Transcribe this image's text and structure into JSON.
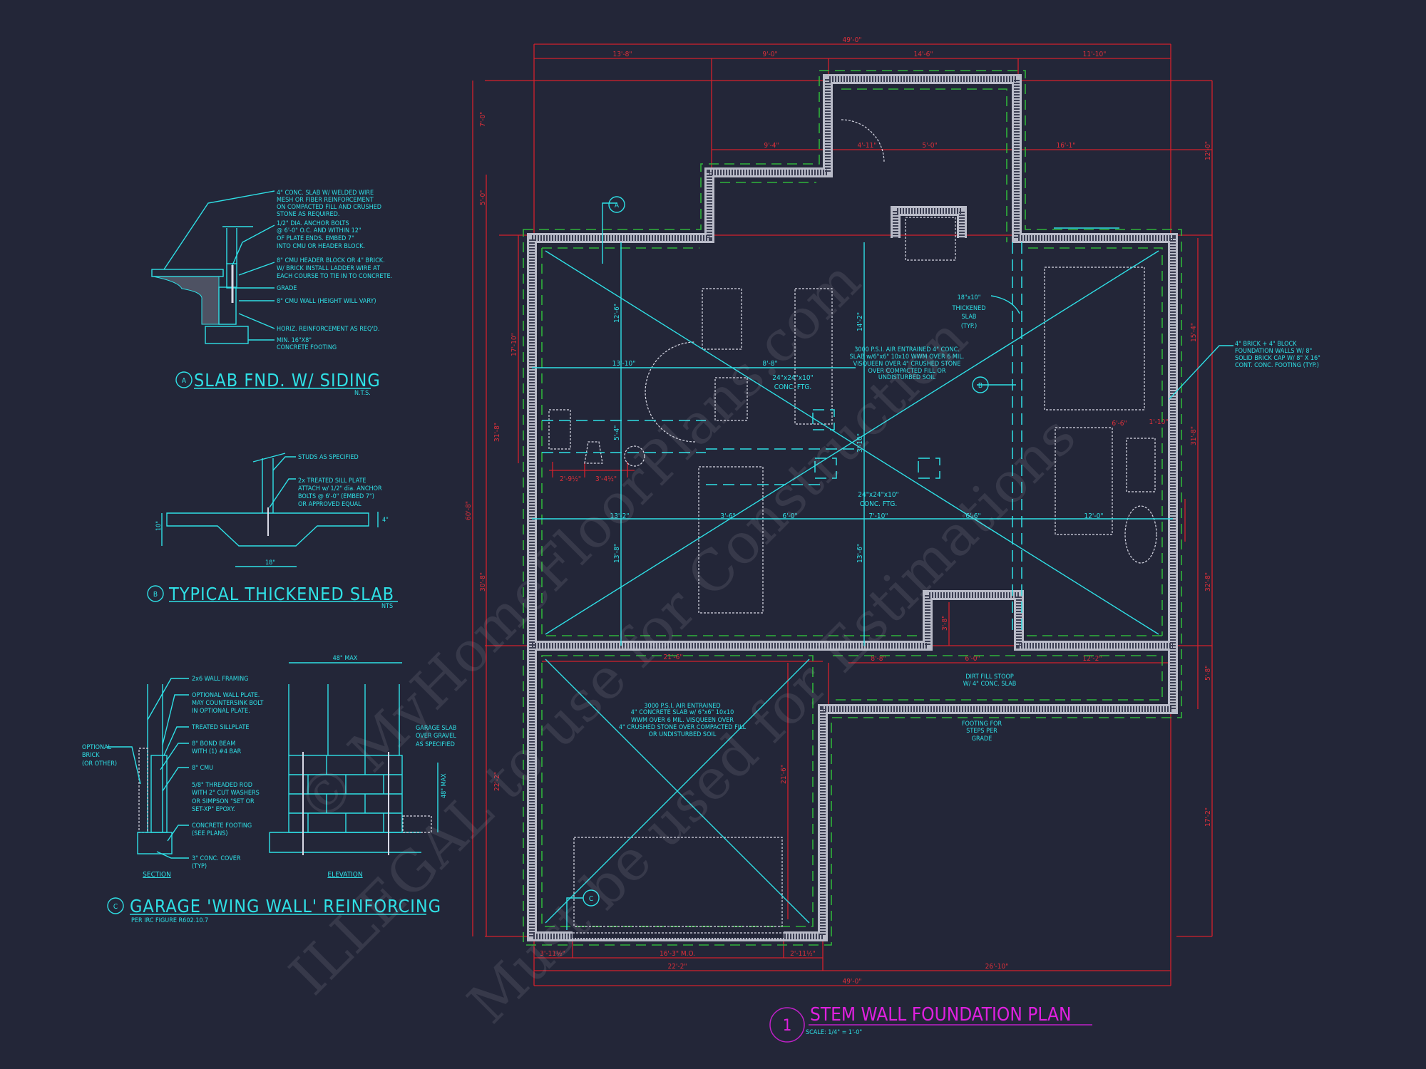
{
  "colors": {
    "background": "#232638",
    "detail_cyan": "#2fe0e6",
    "dimension_red": "#d3202c",
    "footing_green": "#2fb33a",
    "wall_gray": "#b9bbc8",
    "title_magenta": "#e020e0"
  },
  "watermark": {
    "line1": "© MyHomeFloorPlans.com",
    "line2": "ILLEGAL to use for Construction",
    "line3": "Must be used for Estimations"
  },
  "detail_a": {
    "tag": "A",
    "title": "SLAB FND. W/ SIDING",
    "scale": "N.T.S.",
    "notes": [
      "4\" CONC. SLAB W/ WELDED WIRE",
      "MESH OR FIBER REINFORCEMENT",
      "ON COMPACTED FILL AND CRUSHED",
      "STONE AS REQUIRED.",
      "1/2\" DIA. ANCHOR BOLTS",
      "@ 6'-0\" O.C. AND WITHIN 12\"",
      "OF PLATE ENDS. EMBED 7\"",
      "INTO CMU OR HEADER BLOCK.",
      "8\" CMU HEADER BLOCK OR 4\" BRICK.",
      "W/ BRICK INSTALL LADDER WIRE AT",
      "EACH COURSE TO TIE IN TO CONCRETE.",
      "GRADE",
      "8\" CMU WALL (HEIGHT WILL VARY)",
      "HORIZ. REINFORCEMENT AS REQ'D.",
      "MIN. 16\"X8\"",
      "CONCRETE FOOTING"
    ]
  },
  "detail_b": {
    "tag": "B",
    "title": "TYPICAL THICKENED SLAB",
    "scale": "NTS",
    "notes": [
      "STUDS AS SPECIFIED",
      "2x  TREATED SILL PLATE",
      "ATTACH w/ 1/2\" dia. ANCHOR",
      "BOLTS @ 6'-0\" (EMBED 7\")",
      "OR APPROVED EQUAL"
    ],
    "dims": {
      "width": "18\"",
      "depth": "10\"",
      "slab": "4\""
    }
  },
  "detail_c": {
    "tag": "C",
    "title": "GARAGE 'WING WALL' REINFORCING",
    "subtitle": "PER IRC FIGURE R602.10.7",
    "section_label": "SECTION",
    "elevation_label": "ELEVATION",
    "notes": [
      "2x6 WALL FRAMING",
      "OPTIONAL WALL PLATE.",
      "MAY COUNTERSINK BOLT",
      "IN OPTIONAL PLATE.",
      "TREATED SILLPLATE",
      "8\" BOND BEAM",
      "WITH (1) #4 BAR",
      "8\" CMU",
      "5/8\" THREADED ROD",
      "WITH 2\" CUT WASHERS",
      "OR SIMPSON \"SET OR",
      "SET-XP\" EPOXY.",
      "CONCRETE FOOTING",
      "(SEE PLANS)",
      "3\" CONC. COVER",
      "(TYP)"
    ],
    "brick_note": [
      "OPTIONAL",
      "BRICK",
      "(OR OTHER)"
    ],
    "garage_note": [
      "GARAGE SLAB",
      "OVER GRAVEL",
      "AS SPECIFIED"
    ],
    "dims": {
      "width": "48\" MAX",
      "height": "48\" MAX"
    }
  },
  "plan": {
    "title": "STEM WALL FOUNDATION PLAN",
    "number": "1",
    "scale": "SCALE: 1/4\" = 1'-0\"",
    "section_tags": [
      "A",
      "B",
      "C"
    ],
    "notes": {
      "thickened": [
        "18\"x10\"",
        "THICKENED",
        "SLAB",
        "(TYP.)"
      ],
      "slab": [
        "3000 P.S.I. AIR ENTRAINED 4\" CONC.",
        "SLAB w/6\"x6\" 10x10 WWM OVER 6 MIL.",
        "VISQUEEN OVER 4\" CRUSHED STONE",
        "OVER COMPACTED FILL OR",
        "UNDISTURBED SOIL"
      ],
      "wall": [
        "4\" BRICK + 4\" BLOCK",
        "FOUNDATION WALLS W/ 8\"",
        "SOLID BRICK CAP W/ 8\" X 16\"",
        "CONT. CONC. FOOTING (TYP.)"
      ],
      "garage": [
        "3000 P.S.I. AIR ENTRAINED",
        "4\" CONCRETE SLAB w/ 6\"x6\" 10x10",
        "WWM OVER 6 MIL. VISQUEEN OVER",
        "4\" CRUSHED STONE OVER COMPACTED FILL",
        "OR UNDISTURBED SOIL"
      ],
      "stoop": [
        "DIRT FILL STOOP",
        "W/ 4\" CONC. SLAB"
      ],
      "steps": [
        "FOOTING FOR",
        "STEPS PER",
        "GRADE"
      ],
      "ftg1": [
        "24\"x24\"x10\"",
        "CONC. FTG."
      ],
      "ftg2": [
        "24\"x24\"x10\"",
        "CONC. FTG."
      ]
    },
    "dims_top": {
      "overall": "49'-0\"",
      "segments": [
        "13'-8\"",
        "9'-0\"",
        "14'-6\"",
        "11'-10\""
      ],
      "inner": [
        "9'-4\"",
        "4'-11\"",
        "5'-0\"",
        "16'-1\""
      ]
    },
    "dims_bottom": {
      "overall": "49'-0\"",
      "row2": [
        "22'-2\"",
        "26'-10\""
      ],
      "row1": [
        "3'-11½\"",
        "16'-3\" M.O.",
        "2'-11½\""
      ]
    },
    "dims_left": [
      "7'-0\"",
      "5'-0\"",
      "60'-8\"",
      "17'-10\"",
      "31'-8\"",
      "30'-8\"",
      "22'-2\""
    ],
    "dims_right": [
      "12'-0\"",
      "15'-4\"",
      "31'-8\"",
      "32'-8\"",
      "5'-8\"",
      "17'-2\""
    ],
    "dims_interior": {
      "a": "13'-10\"",
      "b": "8'-8\"",
      "c": "13'-2\"",
      "d": "3'-6\"",
      "e": "6'-0\"",
      "f": "7'-10\"",
      "g": "6'-6\"",
      "h": "12'-0\"",
      "v1": "12'-6\"",
      "v2": "5'-4\"",
      "v3": "13'-8\"",
      "v4": "14'-2\"",
      "v5": "3'-10\"",
      "v6": "13'-6\"",
      "s1": "8'-8\"",
      "s2": "6'-0\"",
      "s3": "12'-2\"",
      "s4": "21'-6\"",
      "s5": "3'-8\"",
      "s6": "21'-6\"",
      "k1": "2'-9½\"",
      "k2": "3'-4½\"",
      "k3": "6'-6\"",
      "k4": "1'-10\""
    }
  }
}
